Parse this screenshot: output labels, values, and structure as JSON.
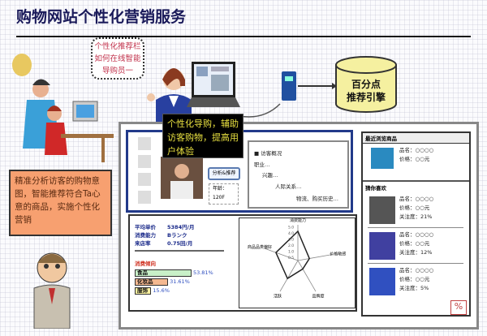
{
  "title": "购物网站个性化营销服务",
  "bubble": [
    "个性化推荐栏",
    "如何在线智能",
    "导购员一"
  ],
  "engine": [
    "百分点",
    "推荐引擎"
  ],
  "blackbox": "个性化导购，辅助访客购物，提高用户体验",
  "orange_box": "精准分析访客的购物意图，智能推荐符合Ta心意的商品，实施个性化营销",
  "profile": {
    "heading": "访客概况",
    "lines": [
      "职业…",
      "兴趣…",
      "人际关系…",
      "物流、购买历史…"
    ]
  },
  "analyze_button": "分析&推荐",
  "age_box": [
    "年龄：",
    "120F"
  ],
  "stats": [
    {
      "label": "平均单价",
      "value": "5384円/月"
    },
    {
      "label": "消费能力",
      "value": "Bランク"
    },
    {
      "label": "来店率",
      "value": "0.75回/月"
    }
  ],
  "tendency": {
    "title": "消费倾向",
    "bars": [
      {
        "label": "食品",
        "value": 53.81,
        "text": "53.81%",
        "color": "#c8f0c8"
      },
      {
        "label": "化妆品",
        "value": 31.61,
        "text": "31.61%",
        "color": "#f4b890"
      },
      {
        "label": "服饰",
        "value": 15.6,
        "text": "15.6%",
        "color": "#f8f0a0"
      }
    ]
  },
  "radar": {
    "axes": [
      "消费能力",
      "价格敏感",
      "品牌度",
      "活跃",
      "商品品类偏好"
    ],
    "ticks": [
      "0.5",
      "1.0",
      "2.0",
      "3.0",
      "4.0",
      "5.0"
    ],
    "values": [
      4.5,
      1.8,
      1.5,
      3.2,
      3.6
    ]
  },
  "right_panel": {
    "recent_title": "最近浏览商品",
    "guess_title": "猜你喜欢",
    "recent": {
      "name": "品名：○○○○",
      "price": "价格：○○元"
    },
    "items": [
      {
        "name": "品名：○○○○",
        "price": "价格：○○元",
        "attention": "关注度：21%"
      },
      {
        "name": "品名：○○○○",
        "price": "价格：○○元",
        "attention": "关注度：12%"
      },
      {
        "name": "品名：○○○○",
        "price": "价格：○○元",
        "attention": "关注度：5%"
      }
    ],
    "stamp": "%"
  }
}
